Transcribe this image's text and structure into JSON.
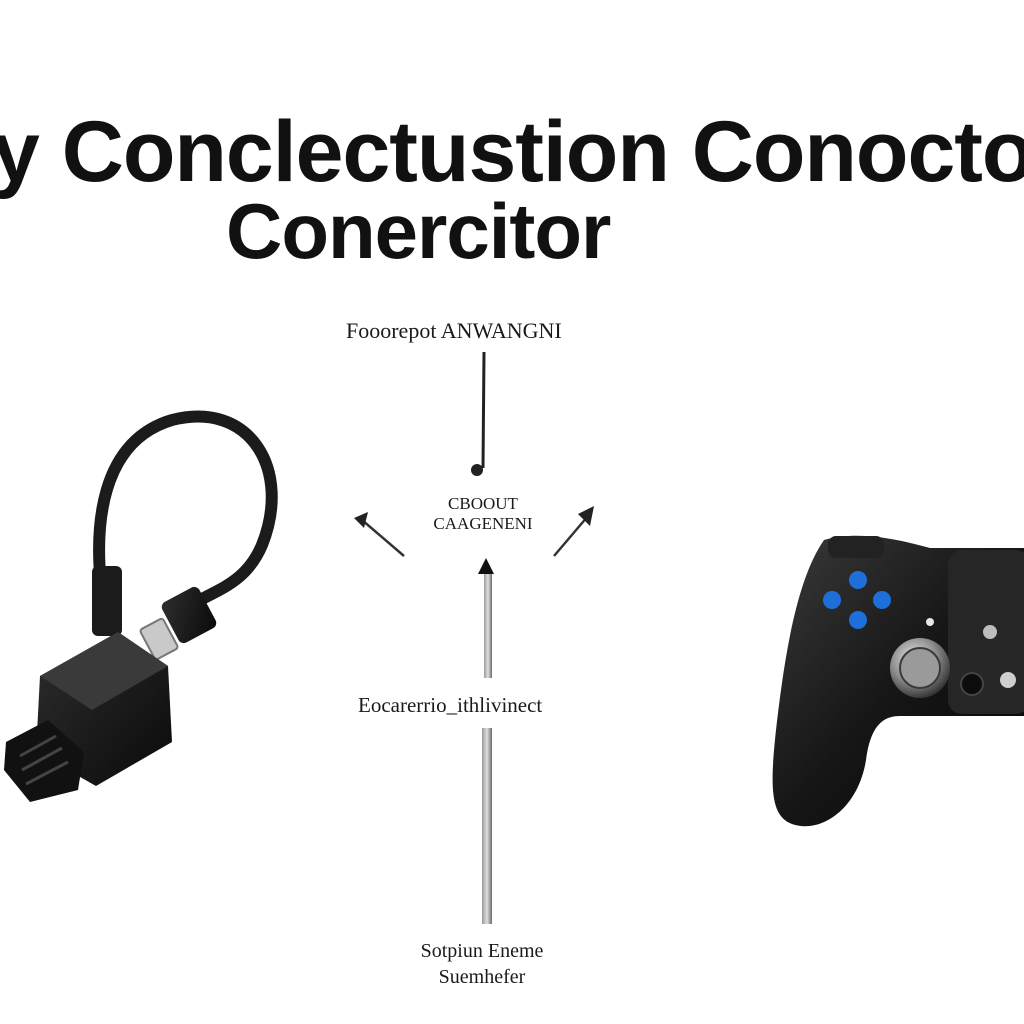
{
  "title": {
    "line1": "y Conclectustion Conoctor",
    "line2": "Conercitor"
  },
  "labels": {
    "top": "Fooorepot  ANWANGNI",
    "center_line1": "CBOOUT",
    "center_line2": "CAAGENENI",
    "middle": "Eocarerrio_ithlivinect",
    "bottom_line1": "Sotpiun  Eneme",
    "bottom_line2": "Suemhefer"
  },
  "colors": {
    "background": "#ffffff",
    "text": "#111111",
    "device": "#1b1b1b",
    "accent_button": "#1e6fd9",
    "connector_line": "#333333"
  },
  "icons": {
    "left_device": "usb-cable-adapter-icon",
    "right_device": "game-controller-icon"
  }
}
